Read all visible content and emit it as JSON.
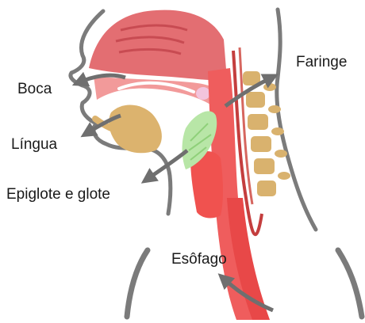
{
  "labels": {
    "boca": "Boca",
    "lingua": "Língua",
    "epiglote": "Epiglote e glote",
    "faringe": "Faringe",
    "esofago": "Esôfago"
  },
  "colors": {
    "outline": "#7b7b7b",
    "palate": "#e36e72",
    "palate_light": "#f29a9a",
    "pharynx": "#ef5d5d",
    "trachea": "#f0524f",
    "epiglottis": "#b8e6a7",
    "tongue": "#dcb36e",
    "vertebra": "#d9b26e",
    "spine_line": "#c43e3e",
    "arrow": "#6f6f6f",
    "uvula": "#f3c4dd"
  }
}
